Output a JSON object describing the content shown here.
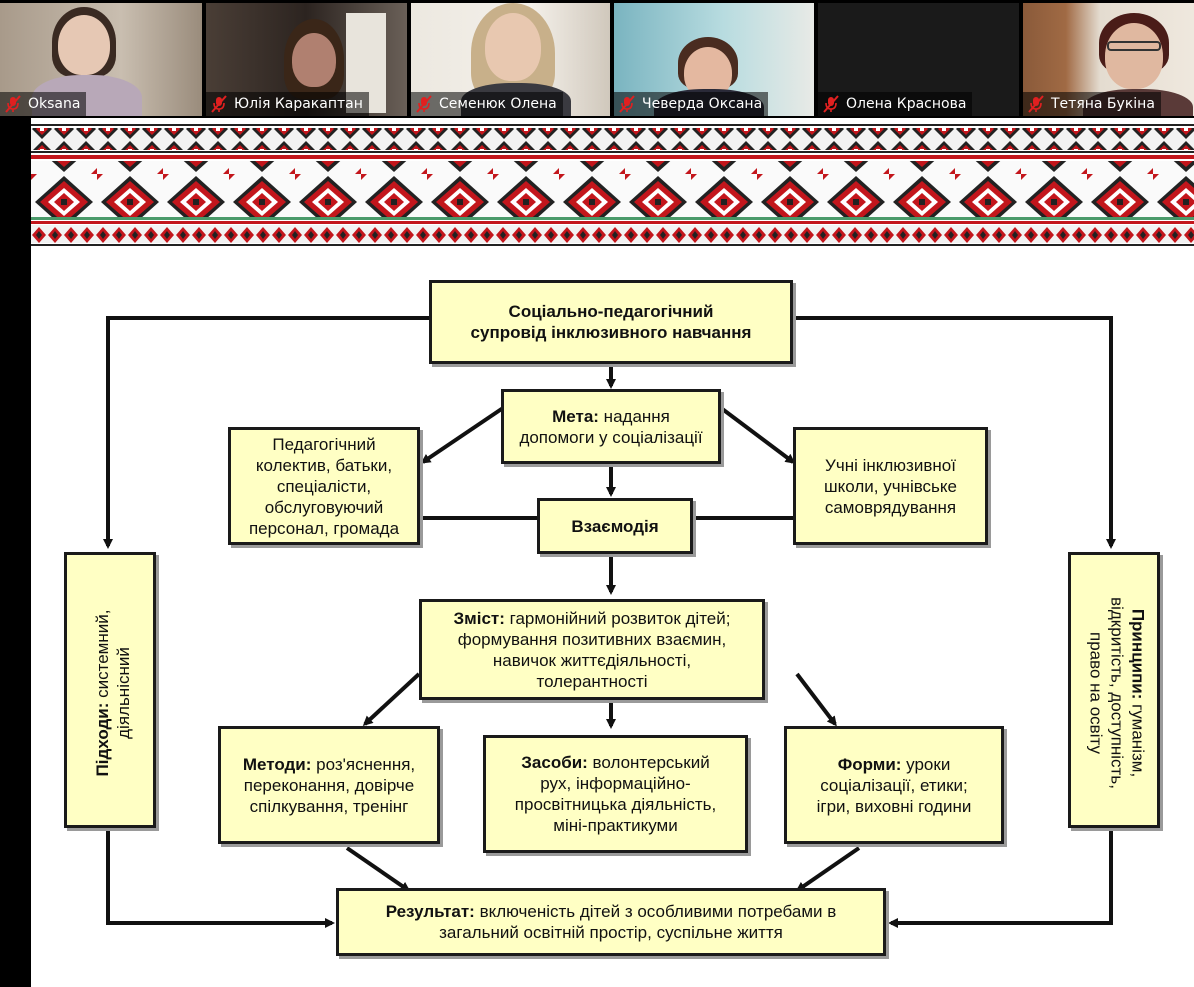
{
  "participants": [
    {
      "name": "Oksana"
    },
    {
      "name": "Юлія Каракаптан"
    },
    {
      "name": "Семенюк Олена"
    },
    {
      "name": "Чеверда Оксана"
    },
    {
      "name": "Олена Краснова"
    },
    {
      "name": "Тетяна Букіна"
    }
  ],
  "colors": {
    "box_fill": "#ffffc4",
    "muted_icon": "#e02020",
    "ornament_red": "#c3161c"
  },
  "icons": {
    "participant_status": "muted-mic-icon"
  },
  "slide": {
    "top": {
      "line1": "Соціально-педагогічний",
      "line2": "супровід інклюзивного навчання"
    },
    "meta": {
      "label": "Мета:",
      "text1": " надання",
      "text2": "допомоги у соціалізації"
    },
    "left_group": {
      "lines": [
        "Педагогічний",
        "колектив, батьки,",
        "спеціалісти,",
        "обслуговуючий",
        "персонал, громада"
      ]
    },
    "right_group": {
      "lines": [
        "Учні інклюзивної",
        "школи, учнівське",
        "самоврядування"
      ]
    },
    "interaction": {
      "label": "Взаємодія"
    },
    "content": {
      "label": "Зміст:",
      "text1": " гармонійний розвиток дітей;",
      "text2": "формування позитивних взаємин,",
      "text3": "навичок життєдіяльності,",
      "text4": "толерантності"
    },
    "methods": {
      "label": "Методи:",
      "text1": " роз'яснення,",
      "text2": "переконання, довірче",
      "text3": "спілкування, тренінг"
    },
    "means": {
      "label": "Засоби:",
      "text1": " волонтерський",
      "text2": "рух, інформаційно-",
      "text3": "просвітницька діяльність,",
      "text4": "міні-практикуми"
    },
    "forms": {
      "label": "Форми:",
      "text1": " уроки",
      "text2": "соціалізації, етики;",
      "text3": "ігри, виховні години"
    },
    "approaches": {
      "label": "Підходи:",
      "text1": " системний,",
      "text2": "діяльнісний"
    },
    "principles": {
      "label": "Принципи:",
      "text1": " гуманізм,",
      "text2": "відкритість, доступність,",
      "text3": "право на освіту"
    },
    "result": {
      "label": "Результат:",
      "text1": " включеність дітей з особливими потребами в",
      "text2": "загальний освітній простір, суспільне життя"
    }
  }
}
